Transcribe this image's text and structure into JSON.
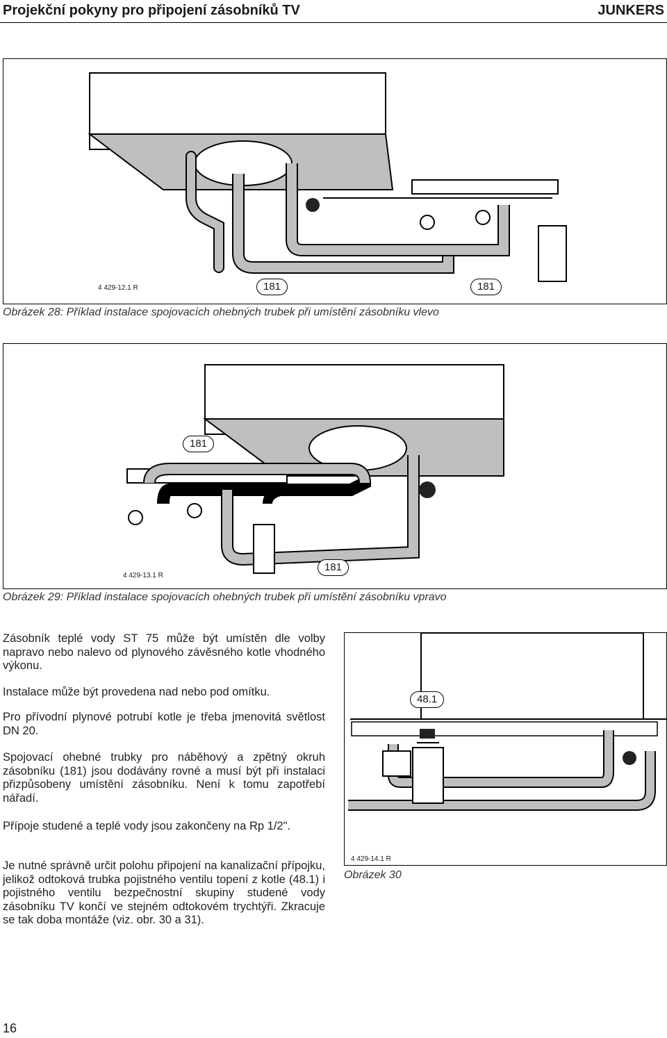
{
  "header": {
    "title": "Projekční pokyny pro připojení zásobníků TV",
    "brand": "JUNKERS"
  },
  "figures": [
    {
      "ref": "4 429-12.1 R",
      "callouts": [
        "181",
        "181"
      ],
      "caption": "Obrázek 28: Příklad instalace spojovacích ohebných trubek při umístění zásobníku vlevo"
    },
    {
      "ref": "4 429-13.1 R",
      "callouts": [
        "181",
        "181"
      ],
      "caption": "Obrázek 29: Příklad instalace spojovacích ohebných trubek při umístění zásobníku vpravo"
    },
    {
      "ref": "4 429-14.1 R",
      "callouts": [
        "48.1"
      ],
      "caption": "Obrázek 30"
    }
  ],
  "paragraphs": [
    "Zásobník teplé vody ST 75 může být umístěn dle volby napravo nebo nalevo od plynového závěsného kotle vhodného výkonu.",
    "Instalace může být provedena nad nebo pod omítku.",
    "Pro přívodní plynové potrubí kotle je třeba jmenovitá světlost DN 20.",
    "Spojovací ohebné trubky pro náběhový a zpětný okruh zásobníku (181) jsou dodávány rovné a musí být při instalaci přizpůsobeny umístění zásobníku. Není k tomu zapotřebí nářadí.",
    "Přípoje studené a teplé vody jsou zakončeny na Rp 1/2\".",
    "Je nutné správně určit polohu připojení na kanalizační přípojku, jelikož odtoková trubka pojistného ventilu topení z kotle (48.1) i pojistného ventilu bezpečnostní skupiny studené vody zásobníku TV končí ve stejném odtokovém trychtýři. Zkracuje se tak doba montáže (viz. obr. 30 a 31)."
  ],
  "page_number": "16"
}
